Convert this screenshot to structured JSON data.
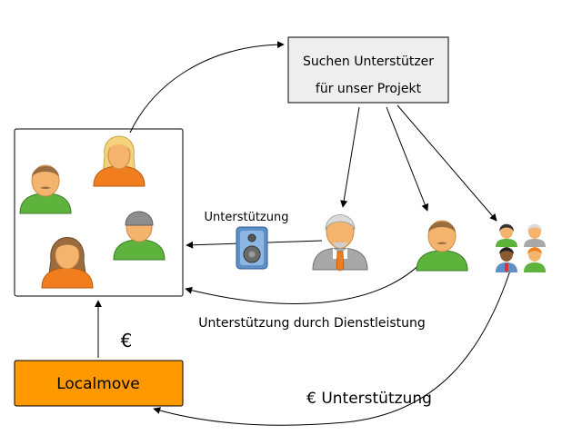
{
  "search_box": {
    "line1": "Suchen Unterstützer",
    "line2": "für unser Projekt"
  },
  "labels": {
    "support": "Unterstützung",
    "service_support": "Unterstützung durch Dienstleistung",
    "euro": "€",
    "euro_support": "€ Unterstützung"
  },
  "localmove": {
    "label": "Localmove"
  },
  "colors": {
    "localmove_fill": "#FF9900",
    "search_box_fill": "#EEEEEE",
    "green_shirt": "#5DB33C",
    "orange_shirt": "#F07D1E",
    "skin": "#F5B46E",
    "brown_hair": "#9A6B3F",
    "blonde_hair": "#F2D27A",
    "gray": "#9E9E9E",
    "speaker_blue": "#5E8FC6"
  },
  "icons": [
    "person-icon",
    "speaker-icon",
    "group-icon"
  ]
}
